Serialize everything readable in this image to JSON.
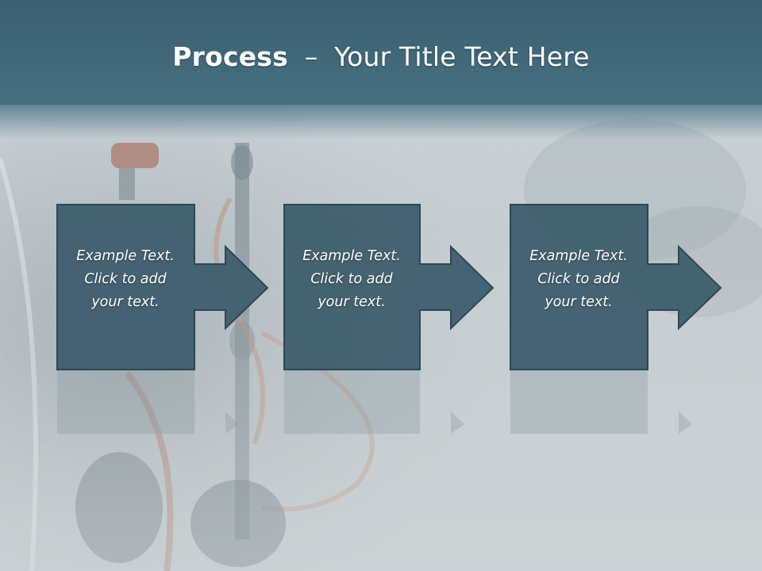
{
  "slide": {
    "title_bold": "Process",
    "title_separator": "–",
    "title_rest": "Your Title Text Here",
    "steps": [
      {
        "line1": "Example Text.",
        "line2": "Click  to add",
        "line3": "your text."
      },
      {
        "line1": "Example Text.",
        "line2": "Click  to add",
        "line3": "your text."
      },
      {
        "line1": "Example Text.",
        "line2": "Click  to add",
        "line3": "your text."
      }
    ]
  },
  "colors": {
    "header": "#3f6676",
    "box_fill": "#41606f",
    "box_stroke": "#2b4450",
    "text": "#ffffff"
  }
}
